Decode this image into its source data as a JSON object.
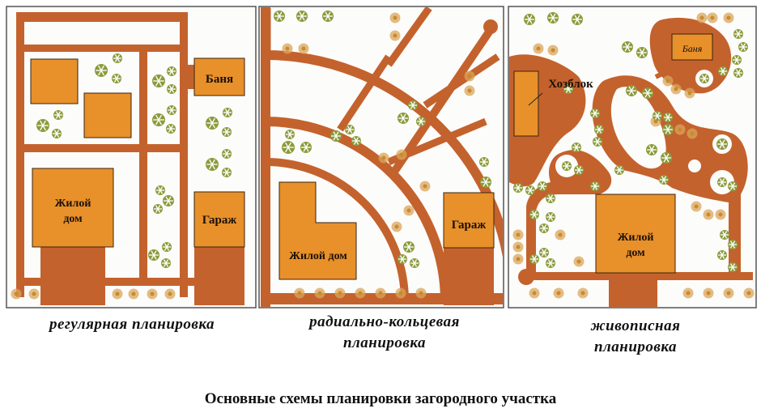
{
  "colors": {
    "path": "#c4622d",
    "building": "#e8902a",
    "tree": "#8c9b3c",
    "shrub": "#dba65a",
    "ground": "#fcfcfa"
  },
  "panels": [
    {
      "caption": "регулярная планировка",
      "labels": {
        "bath": "Баня",
        "house": "Жилой дом",
        "garage": "Гараж"
      }
    },
    {
      "caption": "радиально-кольцевая планировка",
      "labels": {
        "house": "Жилой дом",
        "garage": "Гараж"
      }
    },
    {
      "caption": "живописная планировка",
      "labels": {
        "bath": "Баня",
        "shed": "Хозблок",
        "house": "Жилой дом"
      }
    }
  ],
  "title": "Основные схемы планировки загородного участка"
}
